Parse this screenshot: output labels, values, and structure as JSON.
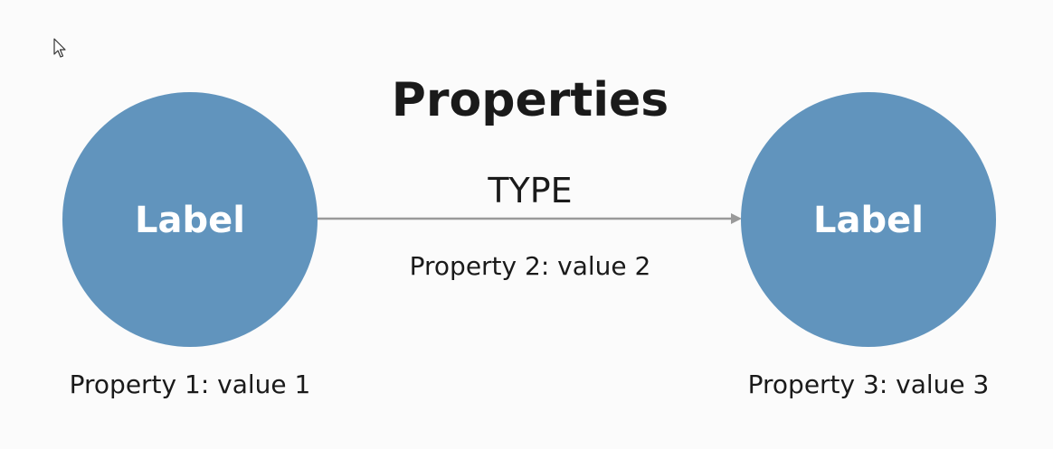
{
  "title": "Properties",
  "colors": {
    "node_fill": "#6194bd",
    "node_text": "#ffffff",
    "text": "#1a1a1a",
    "arrow": "#9a9a9a",
    "background": "#fbfbfb"
  },
  "nodes": [
    {
      "label": "Label",
      "property": "Property 1: value 1"
    },
    {
      "label": "Label",
      "property": "Property 3: value 3"
    }
  ],
  "relationship": {
    "type": "TYPE",
    "property": "Property 2: value 2"
  },
  "cursor": {
    "icon": "mouse-pointer-icon"
  }
}
